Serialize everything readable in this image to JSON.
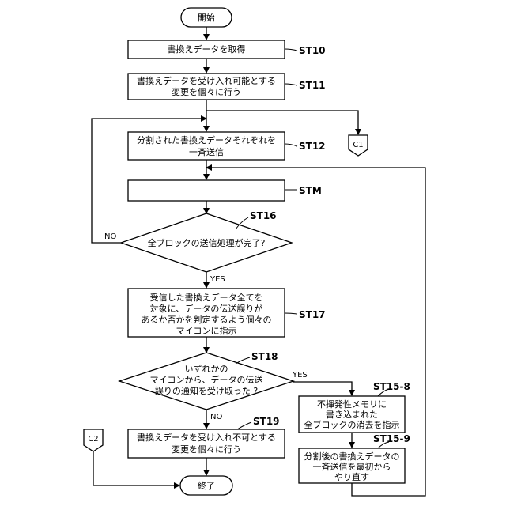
{
  "nodes": {
    "start": "開始",
    "st10": [
      "書換えデータを取得"
    ],
    "st11": [
      "書換えデータを受け入れ可能とする",
      "変更を個々に行う"
    ],
    "st12": [
      "分割された書換えデータそれぞれを",
      "一斉送信"
    ],
    "stm": [],
    "st16": [
      "全ブロックの送信処理が完了?"
    ],
    "st17": [
      "受信した書換えデータ全てを",
      "対象に、データの伝送誤りが",
      "あるか否かを判定するよう個々の",
      "マイコンに指示"
    ],
    "st18": [
      "いずれかの",
      "マイコンから、データの伝送",
      "誤りの通知を受け取った ?"
    ],
    "st19": [
      "書換えデータを受け入れ不可とする",
      "変更を個々に行う"
    ],
    "st15_8": [
      "不揮発性メモリに",
      "書き込まれた",
      "全ブロックの消去を指示"
    ],
    "st15_9": [
      "分割後の書換えデータの",
      "一斉送信を最初から",
      "やり直す"
    ],
    "end": "終了"
  },
  "step_labels": {
    "st10": "ST10",
    "st11": "ST11",
    "st12": "ST12",
    "stm": "STM",
    "st16": "ST16",
    "st17": "ST17",
    "st18": "ST18",
    "st19": "ST19",
    "st15_8": "ST15-8",
    "st15_9": "ST15-9"
  },
  "connectors": {
    "c1": "C1",
    "c2": "C2"
  },
  "branch_labels": {
    "no": "NO",
    "yes16": "YES",
    "yes18": "YES",
    "no18": "NO"
  }
}
